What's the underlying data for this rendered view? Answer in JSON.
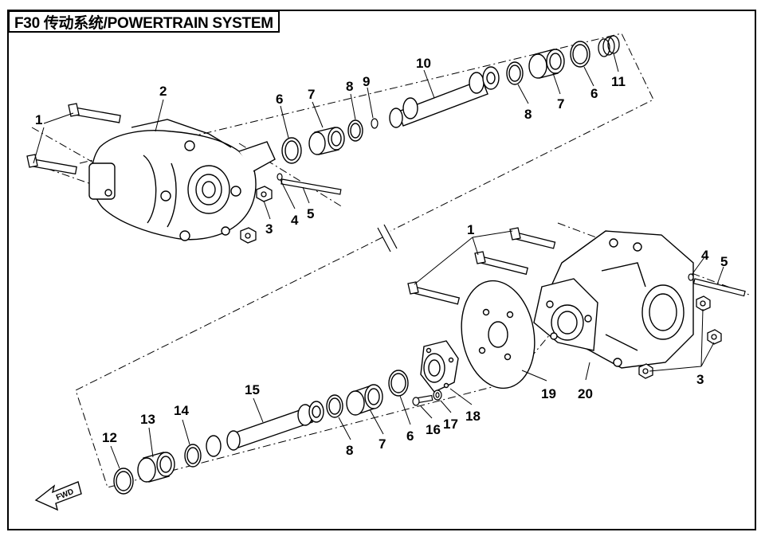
{
  "title": "F30 传动系统/POWERTRAIN SYSTEM",
  "fwd_label": "FWD",
  "callouts": {
    "c1a": "1",
    "c2": "2",
    "c3a": "3",
    "c4a": "4",
    "c5a": "5",
    "c6a": "6",
    "c7a": "7",
    "c8a": "8",
    "c9": "9",
    "c10": "10",
    "c8b": "8",
    "c7b": "7",
    "c6b": "6",
    "c11": "11",
    "c1b": "1",
    "c4b": "4",
    "c5b": "5",
    "c3b": "3",
    "c19": "19",
    "c20": "20",
    "c18": "18",
    "c17": "17",
    "c16": "16",
    "c6c": "6",
    "c7c": "7",
    "c8c": "8",
    "c15": "15",
    "c14": "14",
    "c13": "13",
    "c12": "12"
  },
  "icons": {
    "fwd_arrow": "fwd-arrow-icon"
  }
}
